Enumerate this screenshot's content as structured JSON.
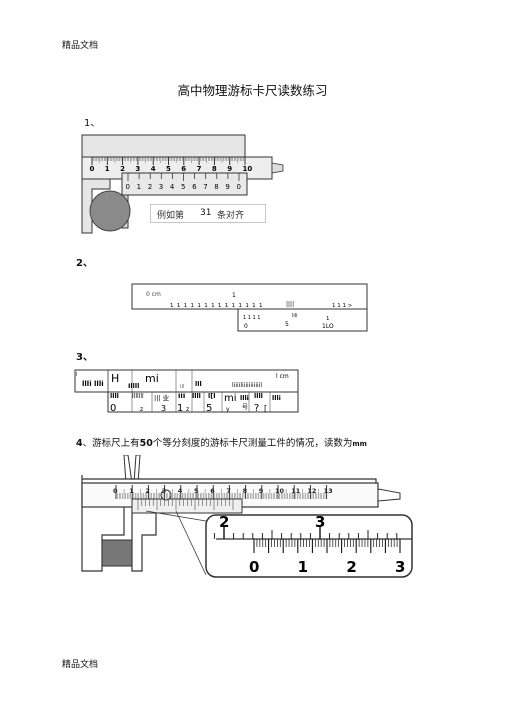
{
  "header": {
    "label": "精品文档"
  },
  "footer": {
    "label": "精品文档"
  },
  "title": "高中物理游标卡尺读数练习",
  "q1": {
    "number": "1、",
    "main_scale": [
      "0",
      "1",
      "2",
      "3",
      "4",
      "5",
      "6",
      "7",
      "8",
      "9",
      "10"
    ],
    "vernier_scale": [
      "0",
      "1",
      "2",
      "3",
      "4",
      "5",
      "6",
      "7",
      "8",
      "9",
      "0"
    ],
    "hint_prefix": "例如第",
    "hint_value": "31",
    "hint_suffix": "条对齐"
  },
  "q2": {
    "number": "2、",
    "unit": "0 cm",
    "main_one": "1",
    "main_ticks_text": "1 1 1 1 1 1 1 1 1 1 1 1 1 1",
    "mid_mark": "||||",
    "right_text": "1 1 1 >",
    "small_marks": "1 1 1 1",
    "mid_small": "lili",
    "right_one": "1",
    "v_zero": "0",
    "v_five": "5",
    "v_ten": "1LO"
  },
  "q3": {
    "number": "3、",
    "top_left": "l",
    "top_right": "l cm",
    "r1c1": "llli llli",
    "r1c2": "H",
    "r1c3": "Illll",
    "r1c4": "mi",
    "r1c5": "lll",
    "r1c6": "lll",
    "r1c7": "liiiiliiiiiiiiiiil",
    "r2c1": "llll",
    "r2c2": "lllllll",
    "r2c3": "||| 业",
    "r2c4": "III",
    "r2c5": "llll",
    "r2c6": "l[l",
    "r2c7": "mi",
    "r2c8": "llli",
    "r2c9": "llll",
    "r2c10": "llli",
    "b1": "0",
    "b2": "z",
    "b3": "3",
    "b4": "1",
    "b5": "z",
    "b6": "5",
    "b7": "y",
    "b8": "号",
    "b9": "?",
    "b10": "["
  },
  "q4": {
    "number": "4",
    "text_a": "、游标尺上有",
    "text_num": "50",
    "text_b": "个等分刻度的游标卡尺测量工件的情况，读数为",
    "text_unit": "mm",
    "main_nums": [
      "0",
      "1",
      "2",
      "3",
      "4",
      "5",
      "6",
      "7",
      "8",
      "9",
      "10",
      "11",
      "12",
      "13"
    ],
    "zoom_main": [
      "2",
      "3"
    ],
    "zoom_vernier": [
      "0",
      "1",
      "2",
      "3"
    ]
  }
}
